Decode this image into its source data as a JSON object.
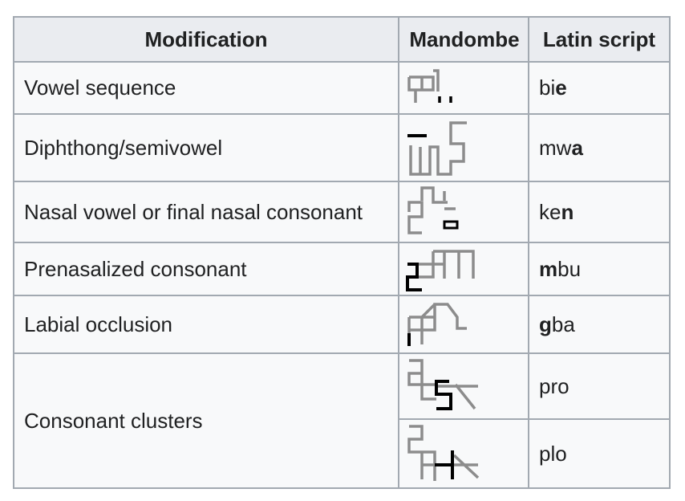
{
  "headers": {
    "modification": "Modification",
    "mandombe": "Mandombe",
    "latin": "Latin script"
  },
  "rows": [
    {
      "modification": "Vowel sequence",
      "glyph_icon": "mandombe-bie-glyph",
      "latin_pre": "bi",
      "latin_bold": "e",
      "latin_post": ""
    },
    {
      "modification": "Diphthong/semivowel",
      "glyph_icon": "mandombe-mwa-glyph",
      "latin_pre": "mw",
      "latin_bold": "a",
      "latin_post": ""
    },
    {
      "modification": "Nasal vowel or final nasal consonant",
      "glyph_icon": "mandombe-ken-glyph",
      "latin_pre": "ke",
      "latin_bold": "n",
      "latin_post": ""
    },
    {
      "modification": "Prenasalized consonant",
      "glyph_icon": "mandombe-mbu-glyph",
      "latin_pre": "",
      "latin_bold": "m",
      "latin_post": "bu"
    },
    {
      "modification": "Labial occlusion",
      "glyph_icon": "mandombe-gba-glyph",
      "latin_pre": "",
      "latin_bold": "g",
      "latin_post": "ba"
    },
    {
      "modification": "Consonant clusters",
      "glyph_icon": "mandombe-pro-glyph",
      "latin_pre": "pro",
      "latin_bold": "",
      "latin_post": ""
    },
    {
      "modification": "",
      "glyph_icon": "mandombe-plo-glyph",
      "latin_pre": "plo",
      "latin_bold": "",
      "latin_post": ""
    }
  ],
  "colors": {
    "stroke_gray": "#8c8c8c",
    "stroke_black": "#000000",
    "border": "#a2a9b1",
    "header_bg": "#eaecf0"
  }
}
